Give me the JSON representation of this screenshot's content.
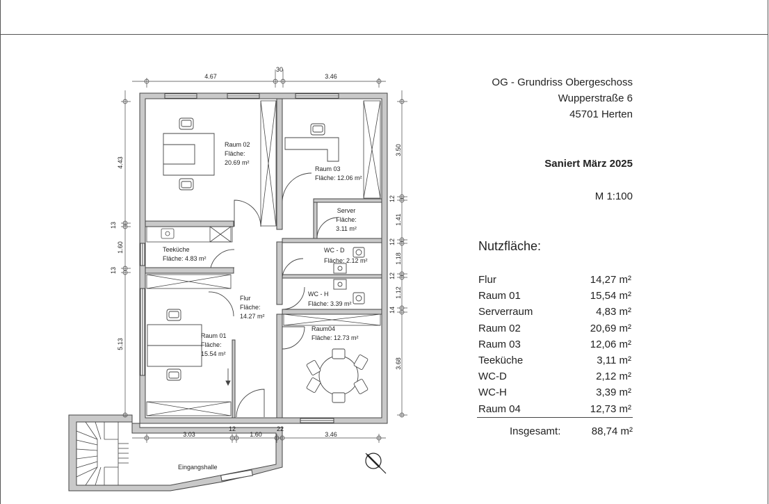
{
  "header": {
    "title": "OG - Grundriss Obergeschoss",
    "street": "Wupperstraße 6",
    "city": "45701 Herten",
    "status": "Saniert  März 2025",
    "scale": "M 1:100"
  },
  "summary": {
    "title": "Nutzfläche:",
    "rows": [
      {
        "name": "Flur",
        "area": "14,27 m²"
      },
      {
        "name": "Raum 01",
        "area": "15,54 m²"
      },
      {
        "name": "Serverraum",
        "area": "4,83 m²"
      },
      {
        "name": "Raum 02",
        "area": "20,69 m²"
      },
      {
        "name": "Raum 03",
        "area": "12,06 m²"
      },
      {
        "name": "Teeküche",
        "area": "3,11 m²"
      },
      {
        "name": "WC-D",
        "area": "2,12 m²"
      },
      {
        "name": "WC-H",
        "area": "3,39 m²"
      },
      {
        "name": "Raum 04",
        "area": "12,73 m²"
      }
    ],
    "total_label": "Insgesamt:",
    "total_value": "88,74 m²"
  },
  "rooms": {
    "raum02": {
      "name": "Raum 02",
      "label": "Fläche:",
      "area": "20.69 m²"
    },
    "raum03": {
      "name": "Raum 03",
      "area": "Fläche: 12.06 m²"
    },
    "server": {
      "name": "Server",
      "label": "Fläche:",
      "area": "3.11 m²"
    },
    "teekueche": {
      "name": "Teeküche",
      "area": "Fläche: 4.83 m²"
    },
    "wcd": {
      "name": "WC - D",
      "area": "Fläche: 2.12 m²"
    },
    "wch": {
      "name": "WC - H",
      "area": "Fläche: 3.39 m²"
    },
    "flur": {
      "name": "Flur",
      "label": "Fläche:",
      "area": "14.27 m²"
    },
    "raum01": {
      "name": "Raum 01",
      "label": "Fläche:",
      "area": "15.54 m²"
    },
    "raum04": {
      "name": "Raum04",
      "area": "Fläche: 12.73 m²"
    },
    "entrance": {
      "name": "Eingangshalle"
    }
  },
  "dimensions": {
    "top": [
      "4.67",
      "30",
      "3.46"
    ],
    "bottom": [
      "3.03",
      "12",
      "1.60",
      "22",
      "3.46"
    ],
    "left": [
      "4.43",
      "13",
      "1.60",
      "13",
      "5.13"
    ],
    "right": [
      "3.50",
      "12",
      "1.41",
      "12",
      "1.18",
      "12",
      "1.12",
      "14",
      "3.68"
    ]
  },
  "icons": [
    "north-arrow-icon",
    "office-chair-icon",
    "desk-icon",
    "round-table-icon",
    "stair-icon",
    "toilet-icon",
    "sink-icon",
    "door-swing-icon"
  ]
}
